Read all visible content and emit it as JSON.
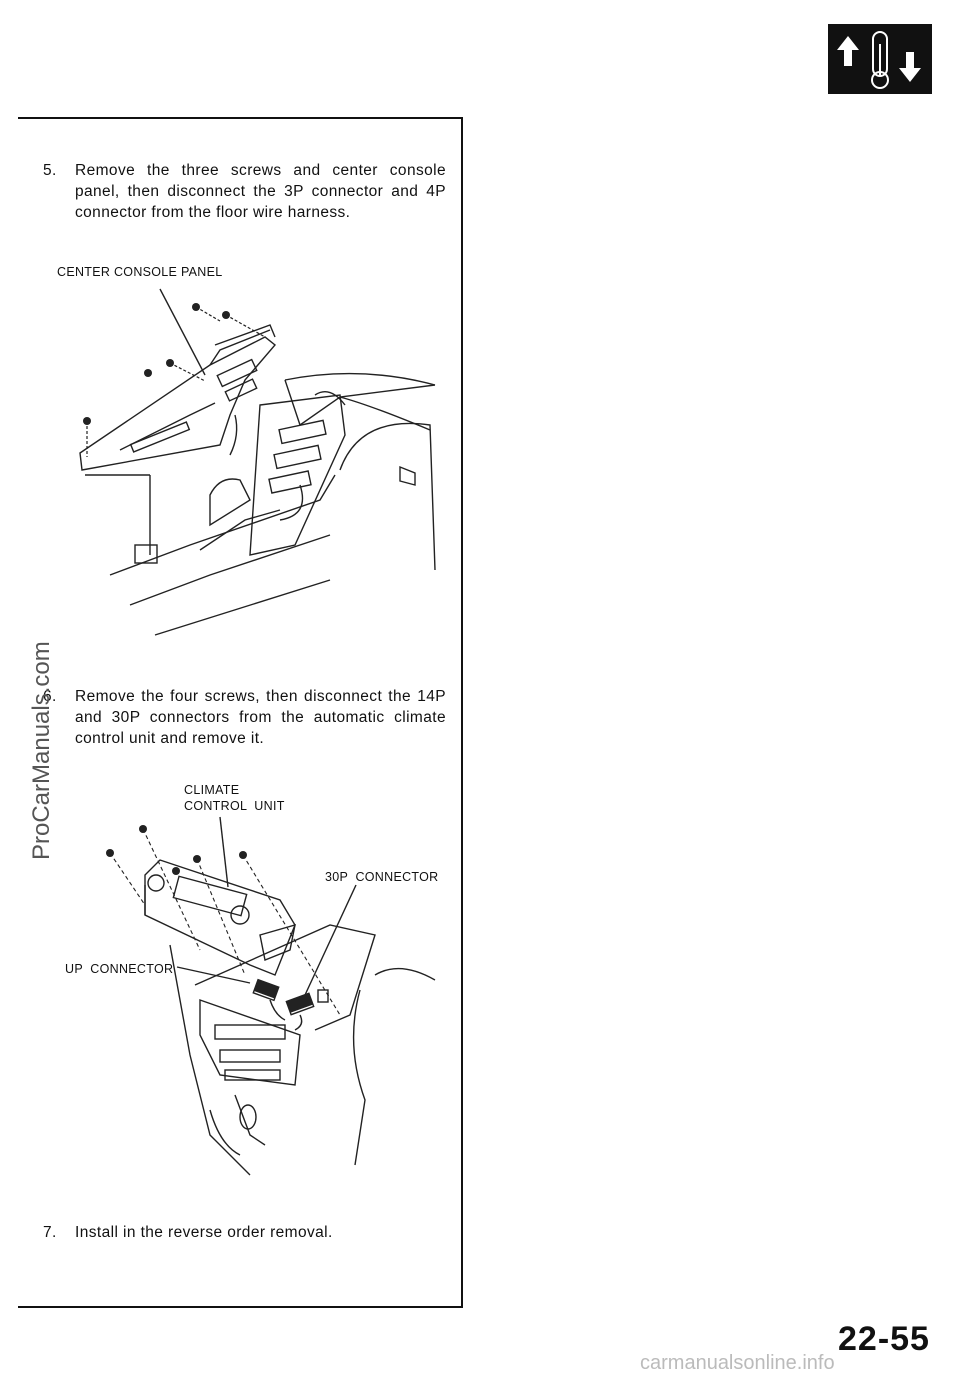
{
  "steps": [
    {
      "number": "5.",
      "text": "Remove the three screws and center console panel, then disconnect the 3P connector and 4P connector from the floor wire harness."
    },
    {
      "number": "6.",
      "text": "Remove the four screws, then disconnect the 14P and 30P connectors from the automatic climate control unit and remove it."
    },
    {
      "number": "7.",
      "text": "Install in the reverse order removal."
    }
  ],
  "figure1": {
    "label_panel": "CENTER CONSOLE PANEL"
  },
  "figure2": {
    "label_unit": "CLIMATE\nCONTROL  UNIT",
    "label_30p": "30P  CONNECTOR",
    "label_up": "UP  CONNECTOR"
  },
  "page_number": "22-55",
  "section_icon": "temperature-arrows-icon",
  "watermark_side": "ProCarManuals.com",
  "watermark_bottom": "carmanualsonline.info"
}
